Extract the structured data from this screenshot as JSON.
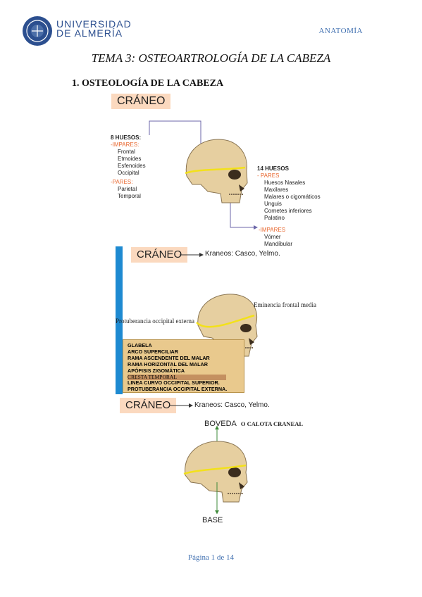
{
  "header": {
    "university_line1": "UNIVERSIDAD",
    "university_line2": "DE ALMERÍA",
    "subject": "ANATOMÍA"
  },
  "title": "TEMA 3: OSTEOARTROLOGÍA DE LA CABEZA",
  "section_heading": "1.  OSTEOLOGÍA DE LA CABEZA",
  "figure1": {
    "label": "CRÁNEO",
    "left_count": "8 HUESOS:",
    "left_impares_label": "-IMPARES:",
    "left_impares": [
      "Frontal",
      "Etmoides",
      "Esfenoides",
      "Occipital"
    ],
    "left_pares_label": "-PARES:",
    "left_pares": [
      "Parietal",
      "Temporal"
    ],
    "right_count": "14 HUESOS",
    "right_pares_label": "- PARES",
    "right_pares": [
      "Huesos Nasales",
      "Maxilares",
      "Malares o cigomáticos",
      "Unguis",
      "Cornetes inferiores",
      "Palatino"
    ],
    "right_impares_label": "-IMPARES",
    "right_impares": [
      "Vómer",
      "Mandíbular"
    ]
  },
  "figure2": {
    "label": "CRÁNEO",
    "etymology": "Kraneos: Casco, Yelmo.",
    "label_right": "Eminencia frontal media",
    "label_left": "Protuberancia occipital externa",
    "box_items": [
      "GLABELA",
      "ARCO SUPERCILIAR",
      "RAMA ASCENDENTE DEL MALAR",
      "RAMA HORIZONTAL DEL MALAR",
      "APÓFISIS ZIGOMÁTICA"
    ],
    "box_highlight": "CRESTA TEMPORAL",
    "box_items2": [
      "LINEA CURVO OCCIPITAL SUPERIOR.",
      "PROTUBERANCIA OCCIPITAL EXTERNA."
    ]
  },
  "figure3": {
    "label": "CRÁNEO",
    "etymology": "Kraneos: Casco, Yelmo.",
    "top_label": "BOVEDA",
    "top_label_extra": "O CALOTA CRANEAL",
    "bottom_label": "BASE"
  },
  "footer": "Página 1 de 14",
  "colors": {
    "accent_blue": "#3f6fb0",
    "orange": "#e8672f",
    "bar_blue": "#1e8ad1",
    "box_yellow": "#e9c98d",
    "skull_line": "#f3e11a"
  }
}
